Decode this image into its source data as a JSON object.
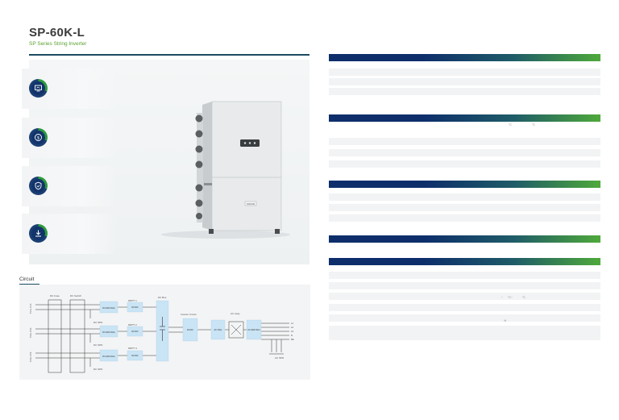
{
  "header": {
    "title": "SP-60K-L",
    "subtitle": "SP Series String Inverter"
  },
  "features": [
    {
      "icon": "monitor-icon"
    },
    {
      "icon": "dollar-icon"
    },
    {
      "icon": "shield-icon"
    },
    {
      "icon": "download-icon"
    }
  ],
  "product": {
    "badge": "SOFAR"
  },
  "circuit": {
    "label": "Circuit",
    "blocks": {
      "dc_fuse": "DC Fuse",
      "dc_switch": "DC Switch",
      "dc_spd": "DC SPD",
      "mppt1": "MPPT 1",
      "mppt2": "MPPT 2",
      "mppt3": "MPPT 3",
      "dc_bus": "DC Bus",
      "inverter_circuit": "Inverter Circuit",
      "ac_relay": "AC relay",
      "dc_dc": "DC/DC",
      "dc_ac": "DC/AC",
      "ac_spd": "AC SPD",
      "emi_filter": "DC EMI Filter",
      "ac_filter": "AC Filter",
      "ac_emi_filter": "AC EMI Filter",
      "pv1": "PV1+ PV1-",
      "pv2": "PV2+ PV2-",
      "pv3": "PV3+ PV3-",
      "l1": "L1",
      "l2": "L2",
      "l3": "L3",
      "n": "N",
      "pe": "PE"
    }
  },
  "spec_table": {
    "colors": {
      "bar_start": "#0d2e6b",
      "bar_end": "#4ea93a",
      "row_shade": "#f2f3f4"
    },
    "notes": [
      "°C",
      "°C",
      "~",
      "°C~",
      "°C",
      "%"
    ]
  }
}
